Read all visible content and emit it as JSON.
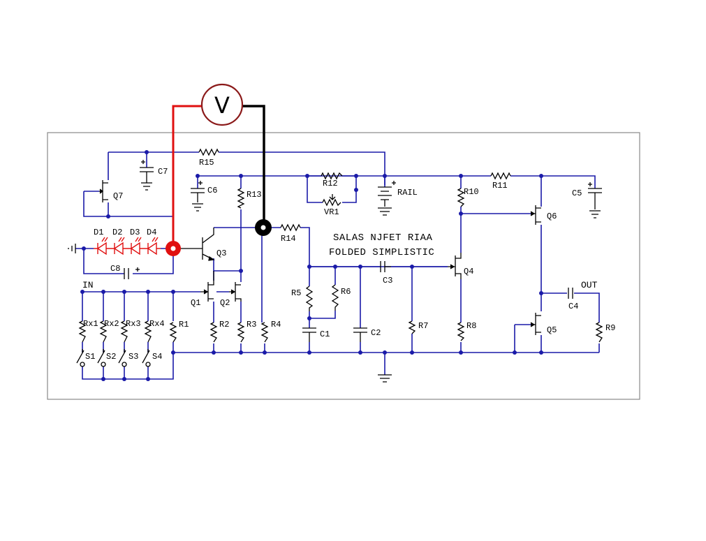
{
  "colors": {
    "wire": "#1a1aa8",
    "probe_positive": "#e01010",
    "probe_negative": "#000000",
    "meter_ring": "#8b1a1a",
    "led": "#e01010",
    "frame": "#888888"
  },
  "meter": {
    "symbol": "V"
  },
  "title": {
    "line1": "SALAS NJFET RIAA",
    "line2": "FOLDED SIMPLISTIC"
  },
  "terminals": {
    "input": "IN",
    "output": "OUT",
    "supply": "RAIL"
  },
  "leds": [
    "D1",
    "D2",
    "D3",
    "D4"
  ],
  "transistors": [
    "Q1",
    "Q2",
    "Q3",
    "Q4",
    "Q5",
    "Q6",
    "Q7"
  ],
  "resistors": [
    "R1",
    "R2",
    "R3",
    "R4",
    "R5",
    "R6",
    "R7",
    "R8",
    "R9",
    "R10",
    "R11",
    "R12",
    "R13",
    "R14",
    "R15",
    "VR1"
  ],
  "selectable_resistors": [
    "Rx1",
    "Rx2",
    "Rx3",
    "Rx4"
  ],
  "switches": [
    "S1",
    "S2",
    "S3",
    "S4"
  ],
  "capacitors": [
    "C1",
    "C2",
    "C3",
    "C4",
    "C5",
    "C6",
    "C7",
    "C8"
  ]
}
